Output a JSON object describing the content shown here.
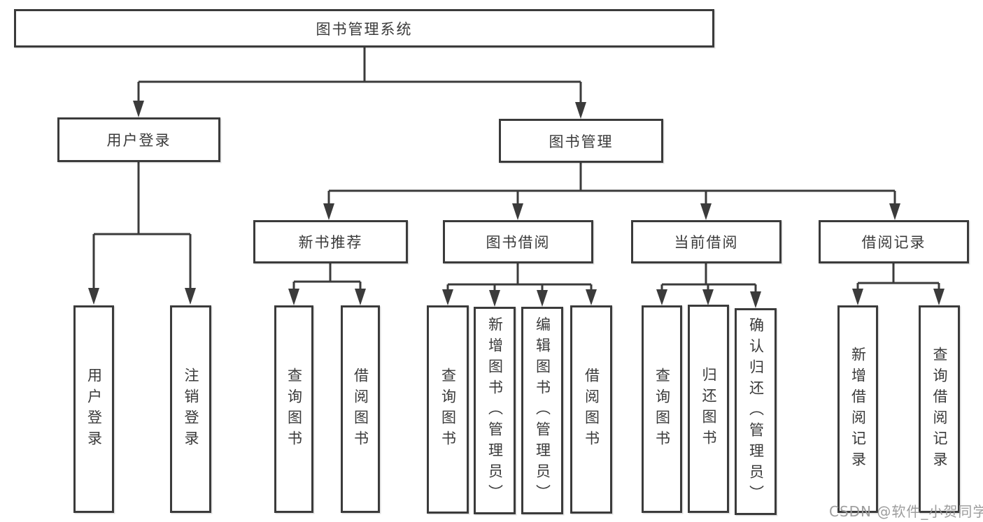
{
  "diagram": {
    "root": {
      "label": "图书管理系统"
    },
    "branches": [
      {
        "label": "用户登录",
        "children": [
          {
            "label": "用户登录"
          },
          {
            "label": "注销登录"
          }
        ]
      },
      {
        "label": "图书管理",
        "children": [
          {
            "label": "新书推荐",
            "children": [
              {
                "label": "查询图书"
              },
              {
                "label": "借阅图书"
              }
            ]
          },
          {
            "label": "图书借阅",
            "children": [
              {
                "label": "查询图书"
              },
              {
                "label": "新增图书（管理员）"
              },
              {
                "label": "编辑图书（管理员）"
              },
              {
                "label": "借阅图书"
              }
            ]
          },
          {
            "label": "当前借阅",
            "children": [
              {
                "label": "查询图书"
              },
              {
                "label": "归还图书"
              },
              {
                "label": "确认归还（管理员）"
              }
            ]
          },
          {
            "label": "借阅记录",
            "children": [
              {
                "label": "新增借阅记录"
              },
              {
                "label": "查询借阅记录"
              }
            ]
          }
        ]
      }
    ]
  },
  "watermark": {
    "text": "CSDN @软件_小贺同学"
  },
  "colors": {
    "line": "#3b3b3b",
    "text": "#3a3a3a",
    "background": "#ffffff",
    "watermark": "#989898"
  }
}
